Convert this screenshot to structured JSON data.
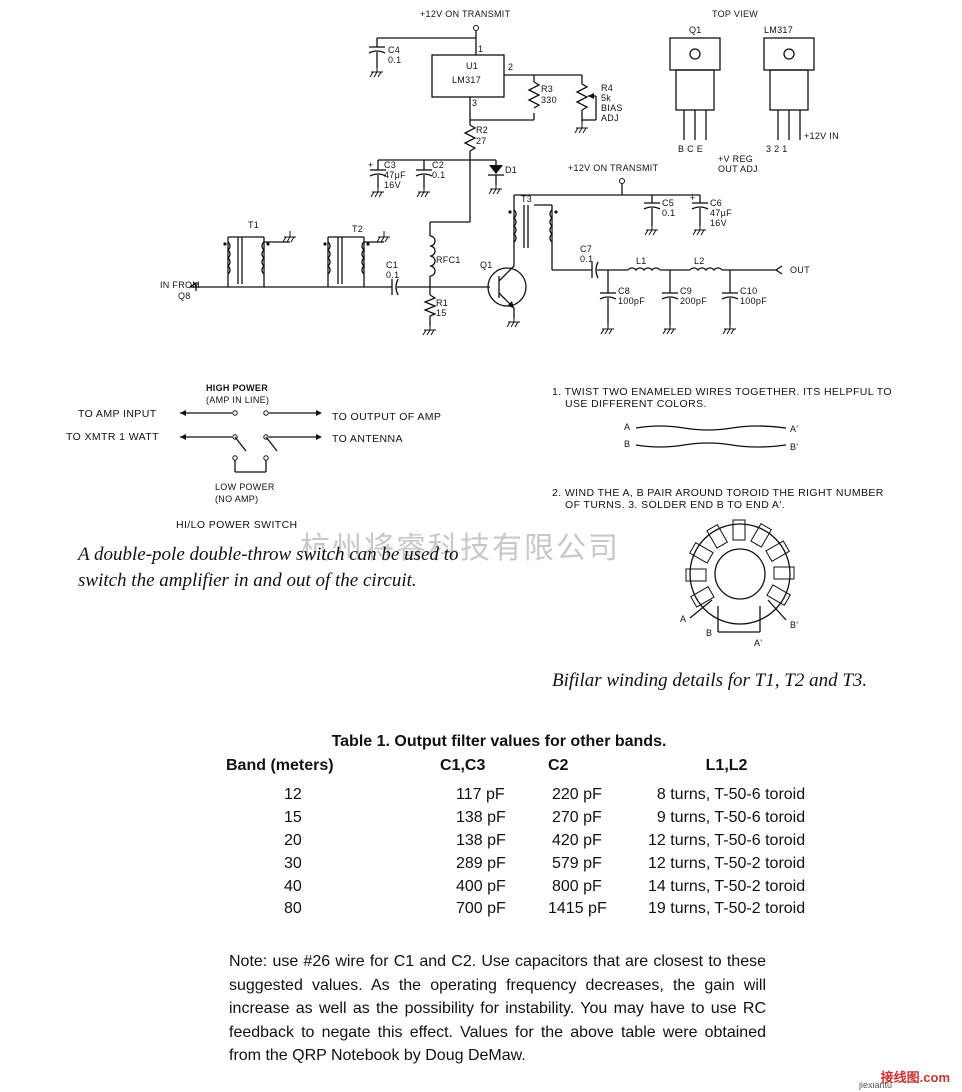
{
  "schematic": {
    "top_supply": "+12V ON TRANSMIT",
    "mid_supply": "+12V ON TRANSMIT",
    "u1_ref": "U1",
    "u1_part": "LM317",
    "u1_pins": [
      "1",
      "2",
      "3"
    ],
    "c4": [
      "C4",
      "0.1"
    ],
    "r3": [
      "R3",
      "330"
    ],
    "r4": [
      "R4",
      "5k",
      "BIAS",
      "ADJ"
    ],
    "r2": [
      "R2",
      "27"
    ],
    "c3": [
      "C3",
      "47μF",
      "16V"
    ],
    "c2": [
      "C2",
      "0.1"
    ],
    "d1": "D1",
    "c5": [
      "C5",
      "0.1"
    ],
    "c6": [
      "C6",
      "47μF",
      "16V"
    ],
    "t1": "T1",
    "t2": "T2",
    "t3": "T3",
    "c1": [
      "C1",
      "0.1"
    ],
    "rfc1": "RFC1",
    "r1": [
      "R1",
      "15"
    ],
    "q1": "Q1",
    "c7": [
      "C7",
      "0.1"
    ],
    "l1": "L1",
    "l2": "L2",
    "c8": [
      "C8",
      "100pF"
    ],
    "c9": [
      "C9",
      "200pF"
    ],
    "c10": [
      "C10",
      "100pF"
    ],
    "in_label": [
      "IN FROM",
      "Q8"
    ],
    "out_label": "OUT"
  },
  "top_view": {
    "title": "TOP VIEW",
    "q1_label": "Q1",
    "lm317_label": "LM317",
    "q1_pins": "B C E",
    "lm317_pins": "3 2 1",
    "lm317_supply": "+12V IN",
    "notes": [
      "+V REG",
      "OUT ADJ"
    ]
  },
  "switch": {
    "high_power": "HIGH POWER",
    "amp_in_line": "(AMP IN LINE)",
    "to_amp_input": "TO AMP INPUT",
    "to_output_of_amp": "TO OUTPUT OF AMP",
    "to_xmtr": "TO XMTR 1 WATT",
    "to_antenna": "TO ANTENNA",
    "low_power": "LOW POWER",
    "no_amp": "(NO AMP)",
    "title": "HI/LO POWER SWITCH",
    "caption": "A double-pole double-throw switch can be used to switch the amplifier in and out of the circuit."
  },
  "bifilar": {
    "step1_line1": "1. TWIST TWO ENAMELED WIRES TOGETHER. ITS HELPFUL TO",
    "step1_line2": "USE DIFFERENT COLORS.",
    "wire_a": "A",
    "wire_a_end": "A'",
    "wire_b": "B",
    "wire_b_end": "B'",
    "step2_line1": "2. WIND THE A, B PAIR AROUND TOROID THE RIGHT NUMBER",
    "step2_line2": "OF TURNS.  3. SOLDER END B TO END A'.",
    "toroid_a": "A",
    "toroid_b": "B",
    "toroid_a_end": "A'",
    "toroid_b_end": "B'",
    "caption": "Bifilar winding details for T1, T2 and T3."
  },
  "watermark": "杭州将睿科技有限公司",
  "table": {
    "title": "Table 1. Output filter values for other bands.",
    "headers": [
      "Band (meters)",
      "C1,C3",
      "C2",
      "L1,L2"
    ],
    "rows": [
      [
        "12",
        "117 pF",
        "220 pF",
        "8 turns, T-50-6 toroid"
      ],
      [
        "15",
        "138 pF",
        "270 pF",
        "9 turns, T-50-6 toroid"
      ],
      [
        "20",
        "138 pF",
        "420 pF",
        "12 turns, T-50-6 toroid"
      ],
      [
        "30",
        "289 pF",
        "579 pF",
        "12 turns, T-50-2 toroid"
      ],
      [
        "40",
        "400 pF",
        "800 pF",
        "14 turns, T-50-2 toroid"
      ],
      [
        "80",
        "700 pF",
        "1415 pF",
        "19 turns, T-50-2 toroid"
      ]
    ]
  },
  "note": "Note: use #26 wire for C1 and C2. Use capacitors that are closest to these suggested values. As the operating frequency decreases, the gain will increase as well as the possibility for instability. You may have to use RC feedback to negate this effect. Values for the above table were obtained from the QRP Notebook by Doug DeMaw.",
  "brand": "接线图.com",
  "brand_sub": "jiexiantu"
}
